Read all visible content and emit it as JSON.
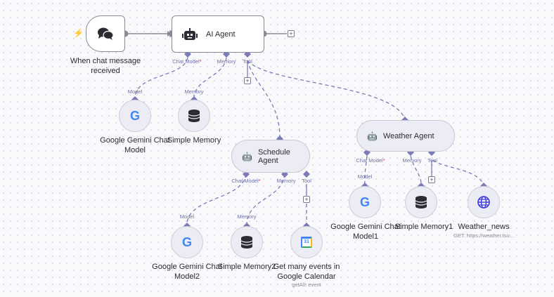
{
  "trigger": {
    "label_line1": "When chat message",
    "label_line2": "received",
    "icon": "chat-bubbles-icon",
    "badge_icon": "lightning-icon"
  },
  "ai_agent": {
    "title": "AI Agent",
    "icon": "robot-icon",
    "ports": {
      "chat_model": "Chat Model",
      "memory": "Memory",
      "tool": "Tool"
    }
  },
  "ai_agent_subnodes": [
    {
      "line1": "Google Gemini Chat",
      "line2": "Model",
      "port": "Model",
      "icon": "google-icon"
    },
    {
      "line1": "Simple Memory",
      "line2": "",
      "port": "Memory",
      "icon": "database-icon"
    }
  ],
  "schedule_agent": {
    "title": "Schedule Agent",
    "icon": "robot-icon",
    "ports": {
      "chat_model": "Chat Model",
      "memory": "Memory",
      "tool": "Tool"
    }
  },
  "schedule_subnodes": [
    {
      "line1": "Google Gemini Chat",
      "line2": "Model2",
      "port": "Model",
      "icon": "google-icon"
    },
    {
      "line1": "Simple Memory2",
      "line2": "",
      "port": "Memory",
      "icon": "database-icon"
    },
    {
      "line1": "Get many events in",
      "line2": "Google Calendar",
      "sub": "getAll: event",
      "icon": "google-calendar-icon",
      "calendar_day": "31"
    }
  ],
  "weather_agent": {
    "title": "Weather Agent",
    "icon": "robot-icon",
    "ports": {
      "chat_model": "Chat Model",
      "memory": "Memory",
      "tool": "Tool"
    }
  },
  "weather_subnodes": [
    {
      "line1": "Google Gemini Chat",
      "line2": "Model1",
      "port": "Model",
      "icon": "google-icon"
    },
    {
      "line1": "Simple Memory1",
      "line2": "",
      "port": "Memory",
      "icon": "database-icon"
    },
    {
      "line1": "Weather_news",
      "line2": "",
      "sub": "GET: https://weather.tsu...",
      "icon": "globe-icon"
    }
  ],
  "required_marker": "*",
  "add_label": "+",
  "colors": {
    "accent": "#7b7bb8",
    "connector": "#8a8a96",
    "trigger_bolt": "#f2664b",
    "globe": "#3a3ae0"
  }
}
